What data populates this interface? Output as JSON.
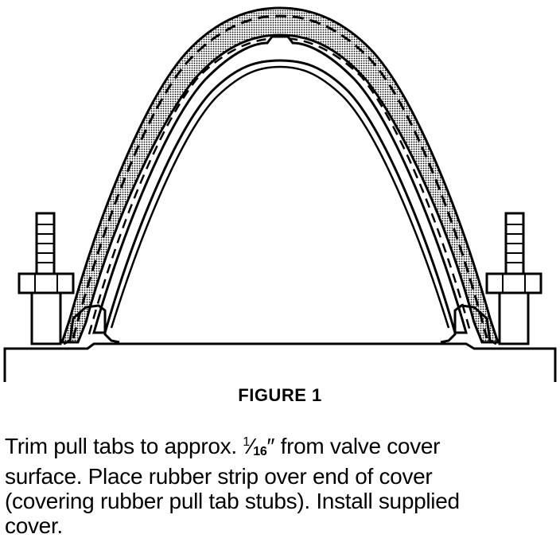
{
  "figure": {
    "caption": "FIGURE 1",
    "colors": {
      "ink": "#000000",
      "paper": "#ffffff"
    }
  },
  "instructions": {
    "line1_before": "Trim pull tabs to approx. ",
    "fraction_numerator": "1",
    "fraction_denominator": "16",
    "line1_after": "″ from valve cover",
    "line2": "surface. Place rubber strip over end of  cover",
    "line3": "(covering rubber pull tab stubs). Install supplied",
    "line4": "cover."
  }
}
